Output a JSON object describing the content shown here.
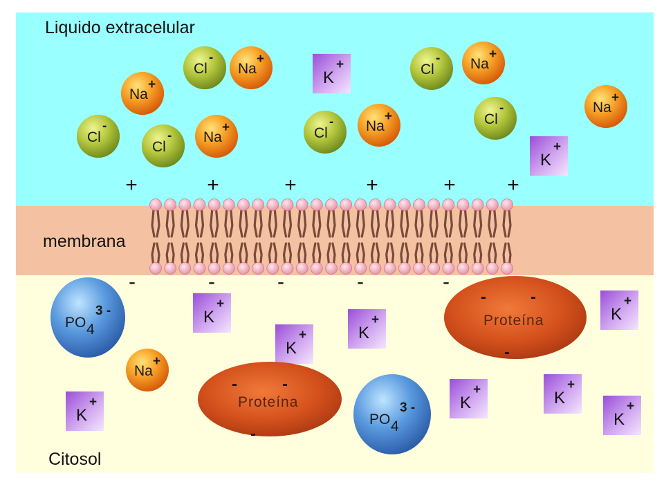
{
  "labels": {
    "extracellular": "Liquido extracelular",
    "membrane": "membrana",
    "cytosol": "Citosol"
  },
  "ions": {
    "na": {
      "symbol": "Na",
      "charge": "+"
    },
    "cl": {
      "symbol": "Cl",
      "charge": "-"
    },
    "k": {
      "symbol": "K",
      "charge": "+"
    },
    "po4": {
      "symbol": "PO",
      "subscript": "4",
      "charge": "3 -"
    }
  },
  "protein": {
    "label": "Proteína",
    "charge": "-"
  },
  "surface_charges": {
    "outer": "+",
    "inner": "-"
  },
  "colors": {
    "extracellular": "#99ffff",
    "membrane": "#f4c2a2",
    "cytosol": "#ffffdd",
    "na": "#f59a1a",
    "cl": "#a8c23a",
    "k": "#a868d8",
    "po4": "#4a8ad0",
    "protein": "#d9541d",
    "lipid_head": "#f4b3c0",
    "lipid_tail": "#7a4a3a"
  }
}
